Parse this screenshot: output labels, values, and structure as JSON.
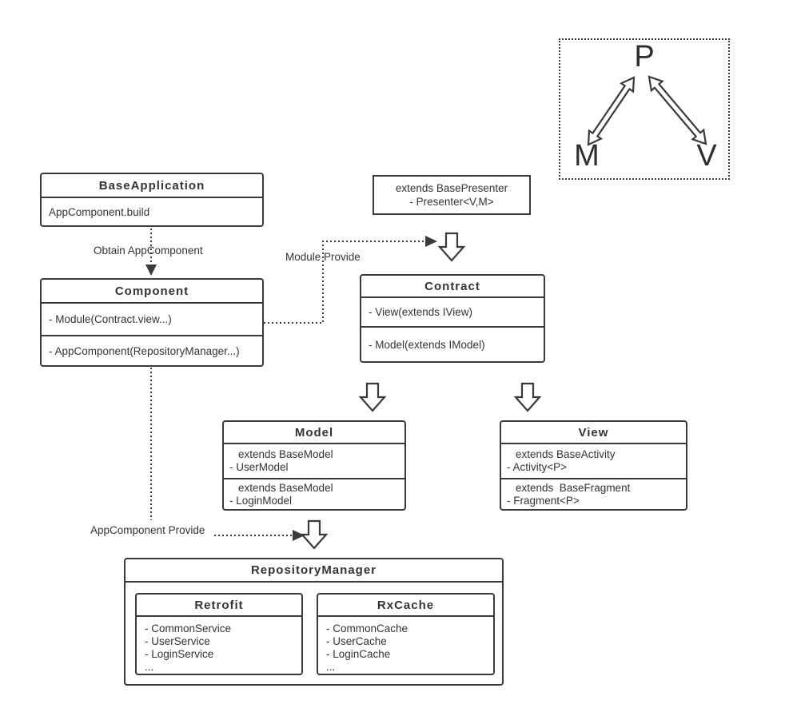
{
  "colors": {
    "stroke": "#3a3a3a",
    "text": "#333333",
    "background": "#ffffff"
  },
  "mvp_inset": {
    "presenter": "P",
    "model": "M",
    "view": "V"
  },
  "labels": {
    "obtain_appcomponent": "Obtain AppComponent",
    "module_provide": "Module Provide",
    "appcomponent_provide": "AppComponent Provide"
  },
  "base_application": {
    "title": "BaseApplication",
    "row": "AppComponent.build"
  },
  "component": {
    "title": "Component",
    "rows": [
      "- Module(Contract.view...)",
      "- AppComponent(RepositoryManager...)"
    ]
  },
  "presenter_note": {
    "lines": [
      "extends BasePresenter",
      "- Presenter<V,M>"
    ]
  },
  "contract": {
    "title": "Contract",
    "rows": [
      "- View(extends IView)",
      "- Model(extends IModel)"
    ]
  },
  "model": {
    "title": "Model",
    "rows": [
      [
        "extends BaseModel",
        "- UserModel"
      ],
      [
        "extends BaseModel",
        "- LoginModel"
      ]
    ]
  },
  "view": {
    "title": "View",
    "rows": [
      [
        "extends BaseActivity",
        "- Activity<P>"
      ],
      [
        "extends  BaseFragment",
        "- Fragment<P>"
      ]
    ]
  },
  "repository_manager": {
    "title": "RepositoryManager",
    "retrofit": {
      "title": "Retrofit",
      "items": [
        "- CommonService",
        "- UserService",
        "- LoginService",
        "..."
      ]
    },
    "rxcache": {
      "title": "RxCache",
      "items": [
        "- CommonCache",
        "- UserCache",
        "- LoginCache",
        "..."
      ]
    }
  }
}
